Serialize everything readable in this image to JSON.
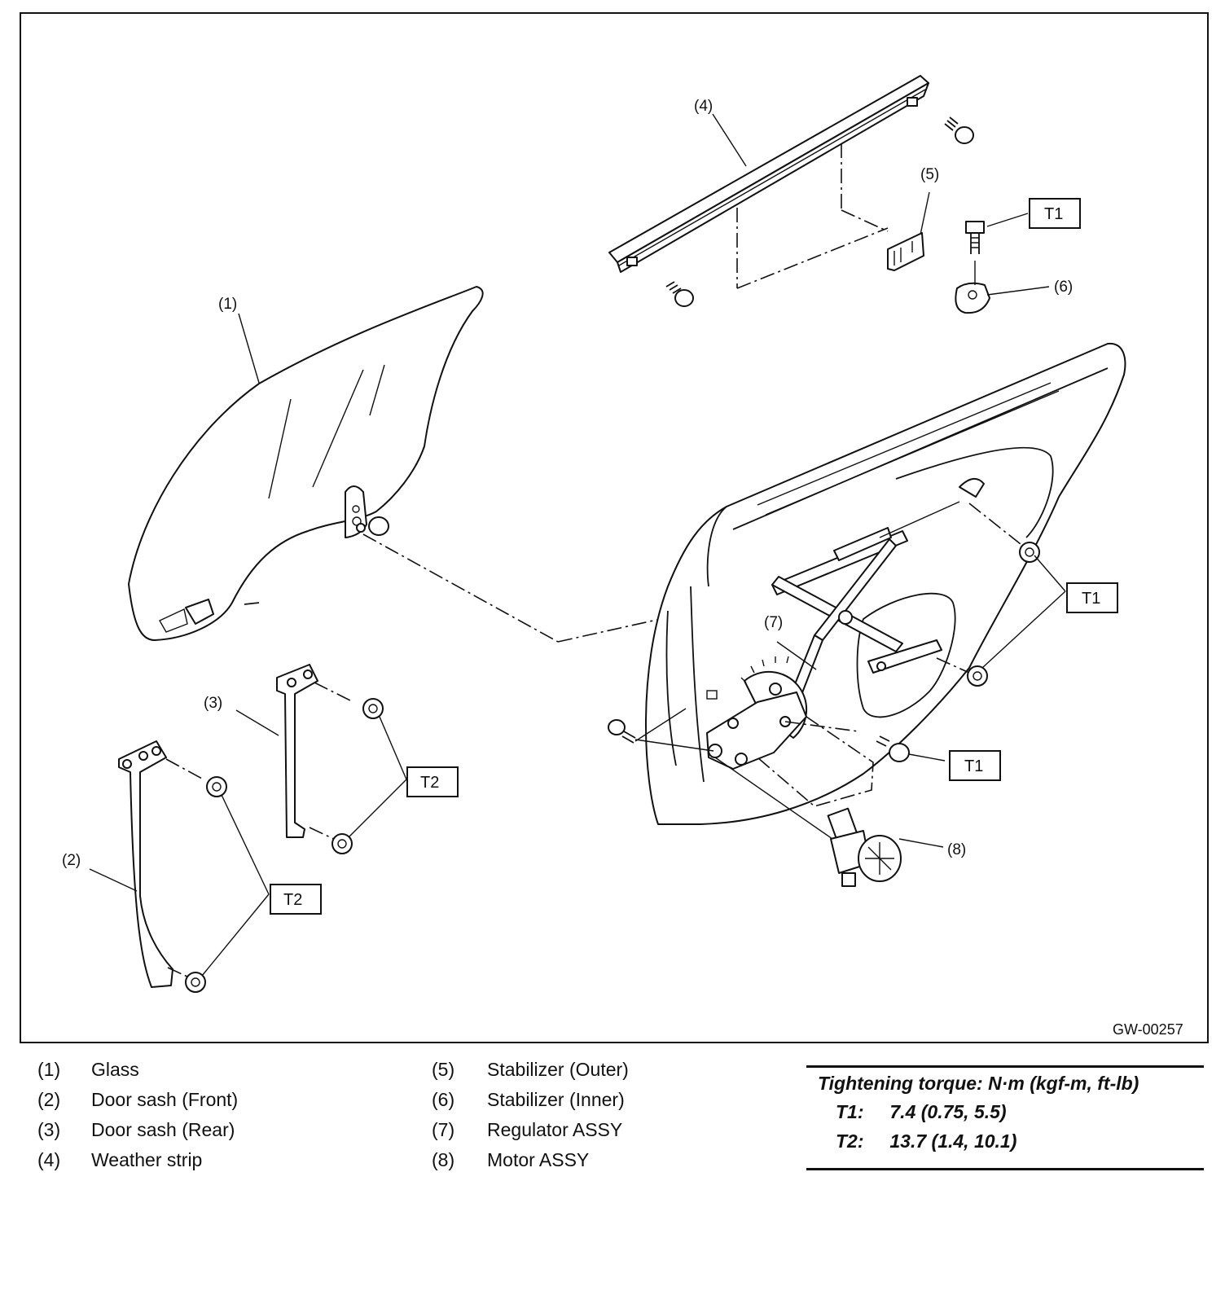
{
  "figure_id": "GW-00257",
  "callouts": {
    "c1": "(1)",
    "c2": "(2)",
    "c3": "(3)",
    "c4": "(4)",
    "c5": "(5)",
    "c6": "(6)",
    "c7": "(7)",
    "c8": "(8)"
  },
  "torque_tags": {
    "t1": "T1",
    "t2": "T2"
  },
  "legend": [
    {
      "num": "(1)",
      "name": "Glass"
    },
    {
      "num": "(2)",
      "name": "Door sash (Front)"
    },
    {
      "num": "(3)",
      "name": "Door sash (Rear)"
    },
    {
      "num": "(4)",
      "name": "Weather strip"
    },
    {
      "num": "(5)",
      "name": "Stabilizer (Outer)"
    },
    {
      "num": "(6)",
      "name": "Stabilizer (Inner)"
    },
    {
      "num": "(7)",
      "name": "Regulator ASSY"
    },
    {
      "num": "(8)",
      "name": "Motor ASSY"
    }
  ],
  "torque_table": {
    "heading": "Tightening torque: N·m (kgf-m, ft-lb)",
    "rows": [
      {
        "key": "T1:",
        "value": "7.4 (0.75, 5.5)"
      },
      {
        "key": "T2:",
        "value": "13.7 (1.4, 10.1)"
      }
    ]
  }
}
